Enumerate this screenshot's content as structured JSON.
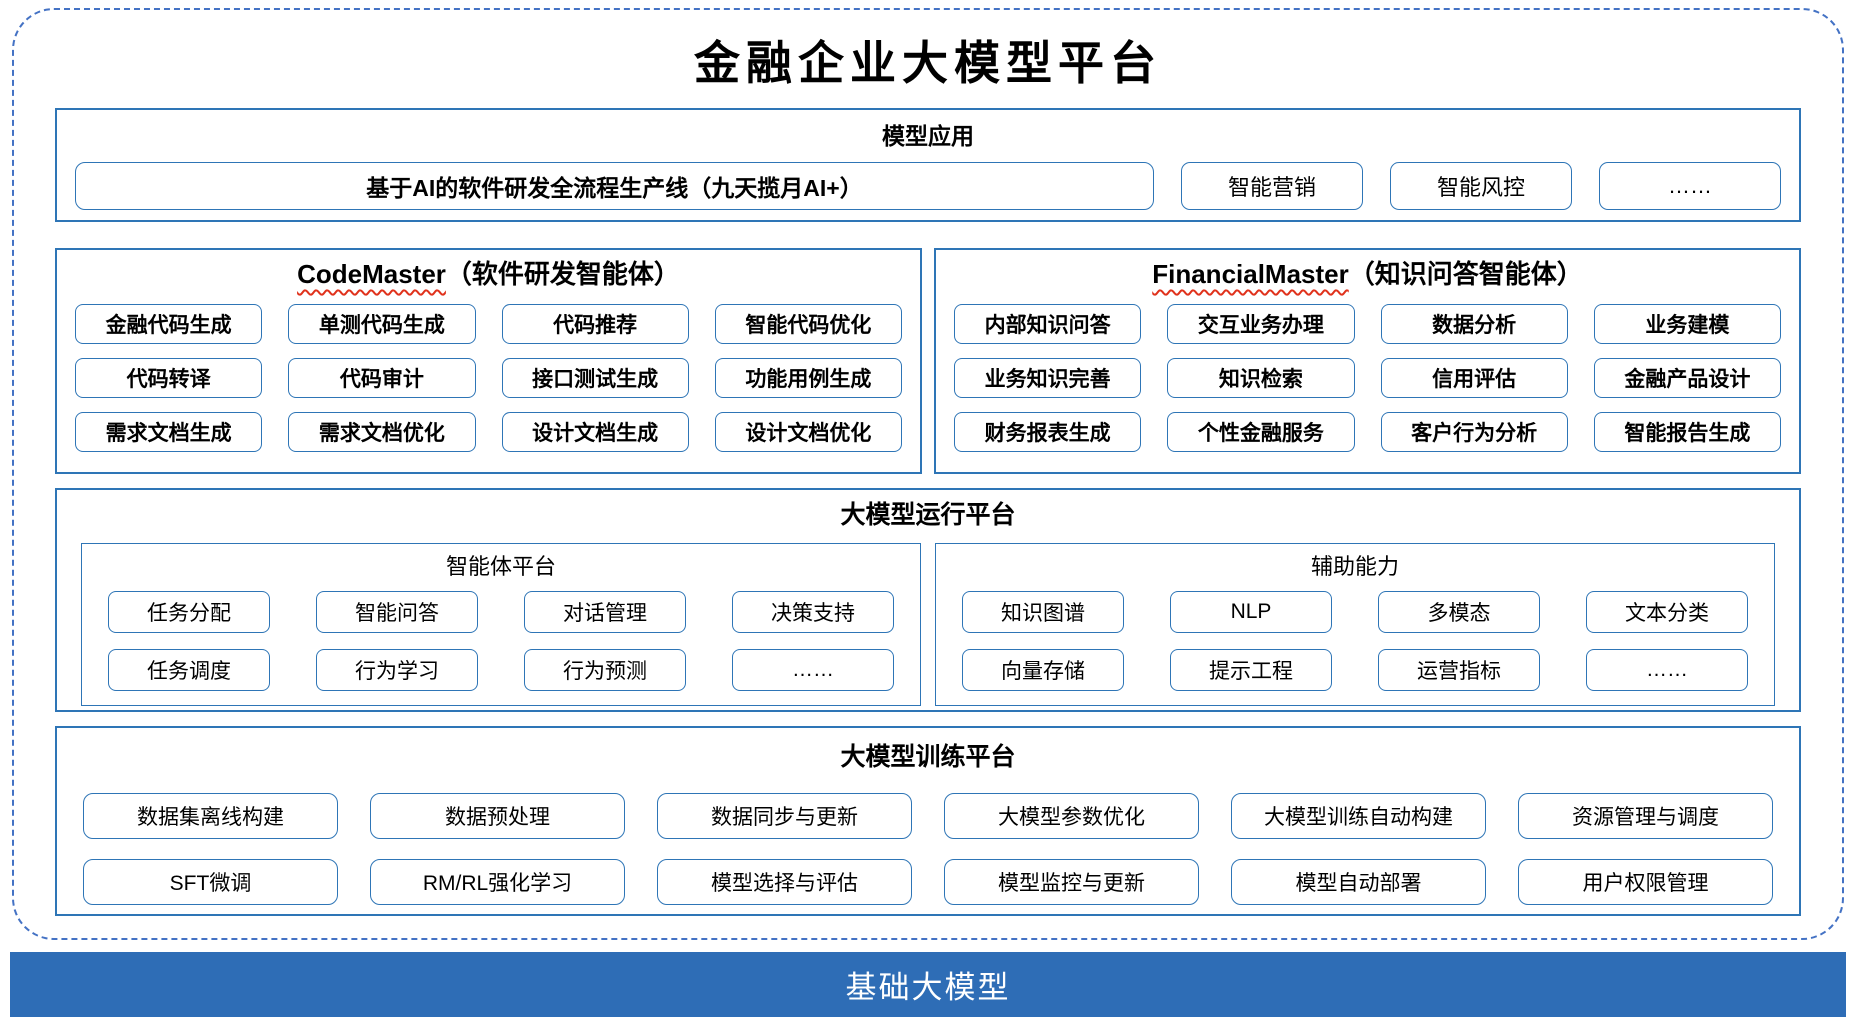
{
  "title": "金融企业大模型平台",
  "colors": {
    "outer_dashed_border": "#4472c4",
    "section_border": "#2e75b6",
    "chip_border": "#2e75b6",
    "foundation_bg": "#2e6db6",
    "spellcheck_wave": "#e0321c",
    "text": "#000000"
  },
  "model_app": {
    "title": "模型应用",
    "main_item": "基于AI的软件研发全流程生产线（九天揽月AI+）",
    "items": [
      "智能营销",
      "智能风控",
      "……"
    ]
  },
  "code_master": {
    "title_en": "CodeMaster",
    "title_zh": "（软件研发智能体）",
    "items": [
      "金融代码生成",
      "单测代码生成",
      "代码推荐",
      "智能代码优化",
      "代码转译",
      "代码审计",
      "接口测试生成",
      "功能用例生成",
      "需求文档生成",
      "需求文档优化",
      "设计文档生成",
      "设计文档优化"
    ]
  },
  "financial_master": {
    "title_en": "FinancialMaster",
    "title_zh": "（知识问答智能体）",
    "items": [
      "内部知识问答",
      "交互业务办理",
      "数据分析",
      "业务建模",
      "业务知识完善",
      "知识检索",
      "信用评估",
      "金融产品设计",
      "财务报表生成",
      "个性金融服务",
      "客户行为分析",
      "智能报告生成"
    ]
  },
  "runtime_platform": {
    "title": "大模型运行平台",
    "agent_platform": {
      "title": "智能体平台",
      "items": [
        "任务分配",
        "智能问答",
        "对话管理",
        "决策支持",
        "任务调度",
        "行为学习",
        "行为预测",
        "……"
      ]
    },
    "auxiliary": {
      "title": "辅助能力",
      "items": [
        "知识图谱",
        "NLP",
        "多模态",
        "文本分类",
        "向量存储",
        "提示工程",
        "运营指标",
        "……"
      ]
    }
  },
  "training_platform": {
    "title": "大模型训练平台",
    "items": [
      "数据集离线构建",
      "数据预处理",
      "数据同步与更新",
      "大模型参数优化",
      "大模型训练自动构建",
      "资源管理与调度",
      "SFT微调",
      "RM/RL强化学习",
      "模型选择与评估",
      "模型监控与更新",
      "模型自动部署",
      "用户权限管理"
    ]
  },
  "foundation": {
    "label": "基础大模型"
  }
}
